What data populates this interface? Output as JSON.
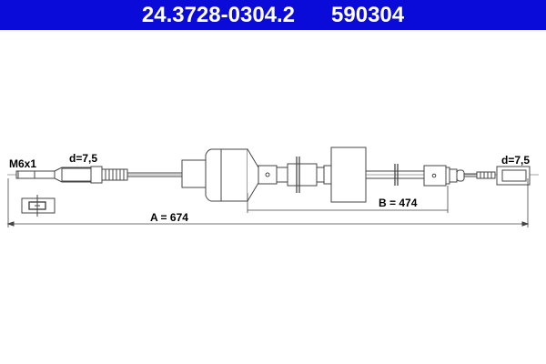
{
  "header": {
    "part_number": "24.3728-0304.2",
    "ref_number": "590304",
    "background_color": "#0b0bd9",
    "text_color": "#ffffff"
  },
  "drawing": {
    "subject": "clutch cable technical drawing",
    "labels": {
      "thread_left": "M6x1",
      "diameter_left": "d=7,5",
      "diameter_right": "d=7,5",
      "dimension_a": "A = 674",
      "dimension_b": "B = 474"
    },
    "line_color": "#555555"
  }
}
